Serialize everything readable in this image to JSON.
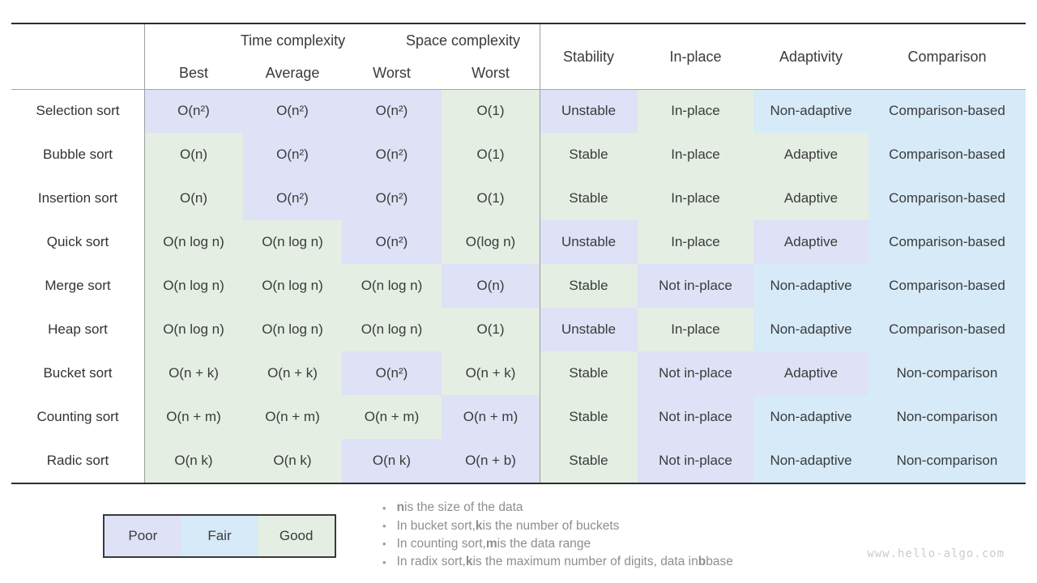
{
  "chart_data": {
    "type": "table",
    "column_groups": [
      {
        "label": "Time complexity",
        "span": 3
      },
      {
        "label": "Space complexity",
        "span": 1
      }
    ],
    "sub_columns": [
      "Best",
      "Average",
      "Worst",
      "Worst"
    ],
    "property_columns": [
      "Stability",
      "In-place",
      "Adaptivity",
      "Comparison"
    ],
    "rows": [
      {
        "name": "Selection sort",
        "cells": [
          {
            "value": "O(n²)",
            "rating": "poor"
          },
          {
            "value": "O(n²)",
            "rating": "poor"
          },
          {
            "value": "O(n²)",
            "rating": "poor"
          },
          {
            "value": "O(1)",
            "rating": "good"
          },
          {
            "value": "Unstable",
            "rating": "poor"
          },
          {
            "value": "In-place",
            "rating": "good"
          },
          {
            "value": "Non-adaptive",
            "rating": "fair"
          },
          {
            "value": "Comparison-based",
            "rating": "fair"
          }
        ]
      },
      {
        "name": "Bubble sort",
        "cells": [
          {
            "value": "O(n)",
            "rating": "good"
          },
          {
            "value": "O(n²)",
            "rating": "poor"
          },
          {
            "value": "O(n²)",
            "rating": "poor"
          },
          {
            "value": "O(1)",
            "rating": "good"
          },
          {
            "value": "Stable",
            "rating": "good"
          },
          {
            "value": "In-place",
            "rating": "good"
          },
          {
            "value": "Adaptive",
            "rating": "good"
          },
          {
            "value": "Comparison-based",
            "rating": "fair"
          }
        ]
      },
      {
        "name": "Insertion sort",
        "cells": [
          {
            "value": "O(n)",
            "rating": "good"
          },
          {
            "value": "O(n²)",
            "rating": "poor"
          },
          {
            "value": "O(n²)",
            "rating": "poor"
          },
          {
            "value": "O(1)",
            "rating": "good"
          },
          {
            "value": "Stable",
            "rating": "good"
          },
          {
            "value": "In-place",
            "rating": "good"
          },
          {
            "value": "Adaptive",
            "rating": "good"
          },
          {
            "value": "Comparison-based",
            "rating": "fair"
          }
        ]
      },
      {
        "name": "Quick sort",
        "cells": [
          {
            "value": "O(n log n)",
            "rating": "good"
          },
          {
            "value": "O(n log n)",
            "rating": "good"
          },
          {
            "value": "O(n²)",
            "rating": "poor"
          },
          {
            "value": "O(log n)",
            "rating": "good"
          },
          {
            "value": "Unstable",
            "rating": "poor"
          },
          {
            "value": "In-place",
            "rating": "good"
          },
          {
            "value": "Adaptive",
            "rating": "poor"
          },
          {
            "value": "Comparison-based",
            "rating": "fair"
          }
        ]
      },
      {
        "name": "Merge sort",
        "cells": [
          {
            "value": "O(n log n)",
            "rating": "good"
          },
          {
            "value": "O(n log n)",
            "rating": "good"
          },
          {
            "value": "O(n log n)",
            "rating": "good"
          },
          {
            "value": "O(n)",
            "rating": "poor"
          },
          {
            "value": "Stable",
            "rating": "good"
          },
          {
            "value": "Not in-place",
            "rating": "poor"
          },
          {
            "value": "Non-adaptive",
            "rating": "fair"
          },
          {
            "value": "Comparison-based",
            "rating": "fair"
          }
        ]
      },
      {
        "name": "Heap sort",
        "cells": [
          {
            "value": "O(n log n)",
            "rating": "good"
          },
          {
            "value": "O(n log n)",
            "rating": "good"
          },
          {
            "value": "O(n log n)",
            "rating": "good"
          },
          {
            "value": "O(1)",
            "rating": "good"
          },
          {
            "value": "Unstable",
            "rating": "poor"
          },
          {
            "value": "In-place",
            "rating": "good"
          },
          {
            "value": "Non-adaptive",
            "rating": "fair"
          },
          {
            "value": "Comparison-based",
            "rating": "fair"
          }
        ]
      },
      {
        "name": "Bucket sort",
        "cells": [
          {
            "value": "O(n + k)",
            "rating": "good"
          },
          {
            "value": "O(n + k)",
            "rating": "good"
          },
          {
            "value": "O(n²)",
            "rating": "poor"
          },
          {
            "value": "O(n + k)",
            "rating": "good"
          },
          {
            "value": "Stable",
            "rating": "good"
          },
          {
            "value": "Not in-place",
            "rating": "poor"
          },
          {
            "value": "Adaptive",
            "rating": "poor"
          },
          {
            "value": "Non-comparison",
            "rating": "fair"
          }
        ]
      },
      {
        "name": "Counting sort",
        "cells": [
          {
            "value": "O(n + m)",
            "rating": "good"
          },
          {
            "value": "O(n + m)",
            "rating": "good"
          },
          {
            "value": "O(n + m)",
            "rating": "good"
          },
          {
            "value": "O(n + m)",
            "rating": "poor"
          },
          {
            "value": "Stable",
            "rating": "good"
          },
          {
            "value": "Not in-place",
            "rating": "poor"
          },
          {
            "value": "Non-adaptive",
            "rating": "fair"
          },
          {
            "value": "Non-comparison",
            "rating": "fair"
          }
        ]
      },
      {
        "name": "Radic sort",
        "cells": [
          {
            "value": "O(n k)",
            "rating": "good"
          },
          {
            "value": "O(n k)",
            "rating": "good"
          },
          {
            "value": "O(n k)",
            "rating": "poor"
          },
          {
            "value": "O(n + b)",
            "rating": "poor"
          },
          {
            "value": "Stable",
            "rating": "good"
          },
          {
            "value": "Not in-place",
            "rating": "poor"
          },
          {
            "value": "Non-adaptive",
            "rating": "fair"
          },
          {
            "value": "Non-comparison",
            "rating": "fair"
          }
        ]
      }
    ]
  },
  "legend": {
    "items": [
      {
        "label": "Poor",
        "rating": "poor"
      },
      {
        "label": "Fair",
        "rating": "fair"
      },
      {
        "label": "Good",
        "rating": "good"
      }
    ]
  },
  "notes": [
    [
      {
        "text": "n",
        "bold": true
      },
      {
        "text": " is the size of the data",
        "bold": false
      }
    ],
    [
      {
        "text": "In bucket sort, ",
        "bold": false
      },
      {
        "text": "k",
        "bold": true
      },
      {
        "text": " is the number of buckets",
        "bold": false
      }
    ],
    [
      {
        "text": "In counting sort, ",
        "bold": false
      },
      {
        "text": "m",
        "bold": true
      },
      {
        "text": " is the data range",
        "bold": false
      }
    ],
    [
      {
        "text": "In radix sort, ",
        "bold": false
      },
      {
        "text": "k",
        "bold": true
      },
      {
        "text": " is the maximum number of digits, data in ",
        "bold": false
      },
      {
        "text": "b",
        "bold": true
      },
      {
        "text": " base",
        "bold": false
      }
    ]
  ],
  "watermark": "www.hello-algo.com",
  "colors": {
    "poor": "#dfe1f6",
    "fair": "#d6eaf8",
    "good": "#e4eee3"
  }
}
